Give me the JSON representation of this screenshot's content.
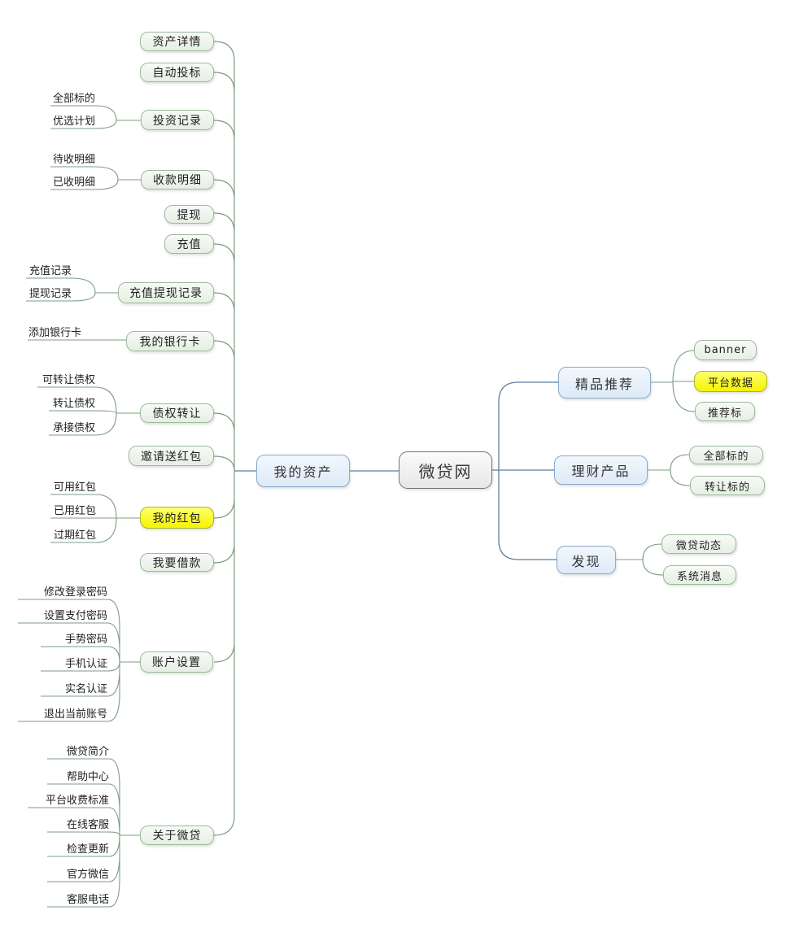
{
  "palette": {
    "highlight_yellow": "#f6f300",
    "node_green_fill": "#e6efe4",
    "node_green_border": "#9dba9d",
    "node_blue_fill": "#ddeaf8",
    "node_blue_border": "#8aa9cb",
    "center_fill": "#e7e7e7",
    "center_border": "#757575",
    "line_green": "#7d9c80",
    "line_blue": "#5c7da0"
  },
  "root": {
    "label": "微贷网"
  },
  "left_branch": {
    "label": "我的资产",
    "nodes": [
      {
        "label": "资产详情"
      },
      {
        "label": "自动投标"
      },
      {
        "label": "投资记录",
        "children": [
          {
            "label": "全部标的"
          },
          {
            "label": "优选计划"
          }
        ]
      },
      {
        "label": "收款明细",
        "children": [
          {
            "label": "待收明细"
          },
          {
            "label": "已收明细"
          }
        ]
      },
      {
        "label": "提现"
      },
      {
        "label": "充值"
      },
      {
        "label": "充值提现记录",
        "children": [
          {
            "label": "充值记录"
          },
          {
            "label": "提现记录"
          }
        ]
      },
      {
        "label": "我的银行卡",
        "children": [
          {
            "label": "添加银行卡"
          }
        ]
      },
      {
        "label": "债权转让",
        "children": [
          {
            "label": "可转让债权"
          },
          {
            "label": "转让债权"
          },
          {
            "label": "承接债权"
          }
        ]
      },
      {
        "label": "邀请送红包"
      },
      {
        "label": "我的红包",
        "highlight": true,
        "children": [
          {
            "label": "可用红包"
          },
          {
            "label": "已用红包"
          },
          {
            "label": "过期红包"
          }
        ]
      },
      {
        "label": "我要借款"
      },
      {
        "label": "账户设置",
        "children": [
          {
            "label": "修改登录密码"
          },
          {
            "label": "设置支付密码"
          },
          {
            "label": "手势密码"
          },
          {
            "label": "手机认证"
          },
          {
            "label": "实名认证"
          },
          {
            "label": "退出当前账号"
          }
        ]
      },
      {
        "label": "关于微贷",
        "children": [
          {
            "label": "微贷简介"
          },
          {
            "label": "帮助中心"
          },
          {
            "label": "平台收费标准"
          },
          {
            "label": "在线客服"
          },
          {
            "label": "检查更新"
          },
          {
            "label": "官方微信"
          },
          {
            "label": "客服电话"
          }
        ]
      }
    ]
  },
  "right_branches": [
    {
      "label": "精品推荐",
      "children": [
        {
          "label": "banner"
        },
        {
          "label": "平台数据",
          "highlight": true
        },
        {
          "label": "推荐标"
        }
      ]
    },
    {
      "label": "理财产品",
      "children": [
        {
          "label": "全部标的"
        },
        {
          "label": "转让标的"
        }
      ]
    },
    {
      "label": "发现",
      "children": [
        {
          "label": "微贷动态"
        },
        {
          "label": "系统消息"
        }
      ]
    }
  ]
}
